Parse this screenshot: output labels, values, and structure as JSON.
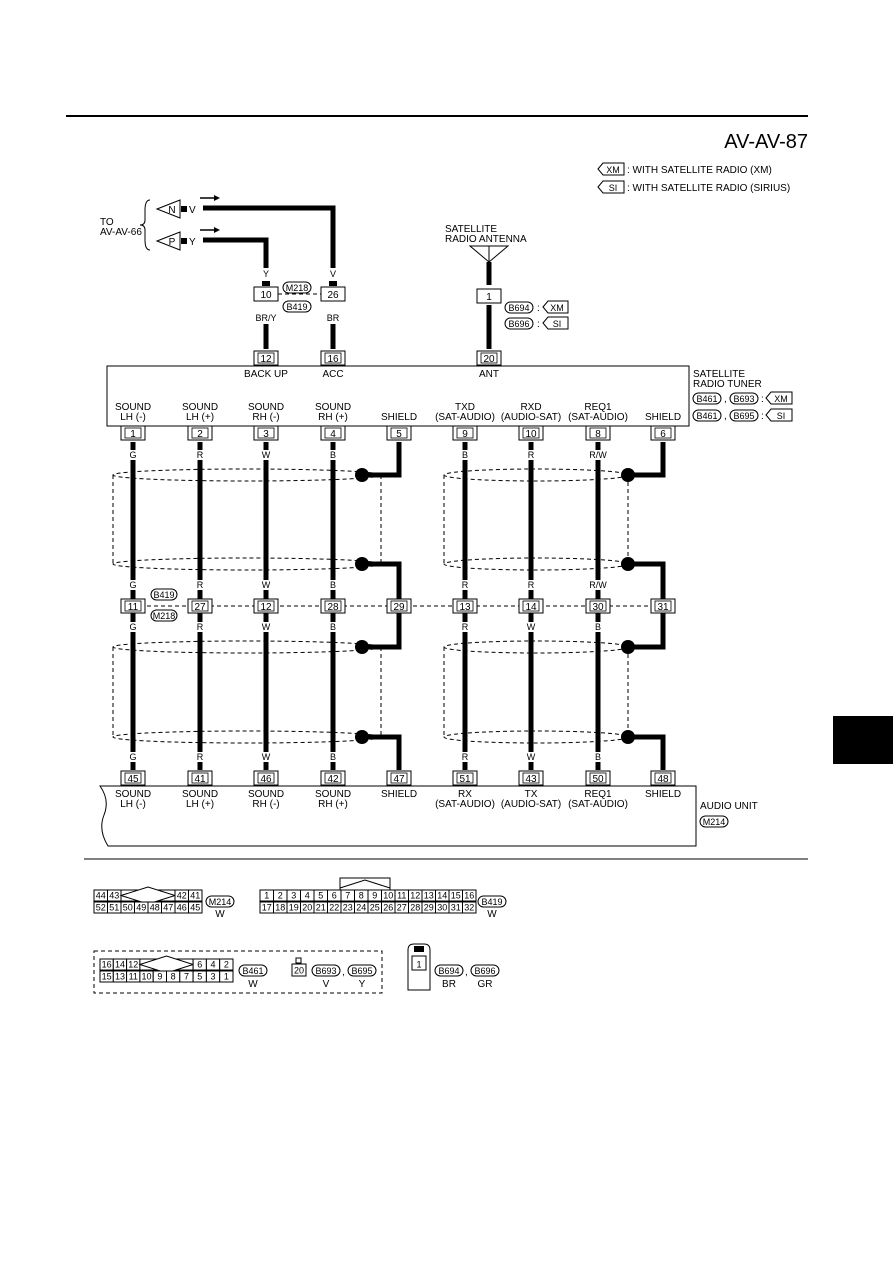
{
  "page": {
    "code": "AV-AV-87",
    "legend": [
      {
        "badge": "XM",
        "text": ": WITH SATELLITE RADIO (XM)"
      },
      {
        "badge": "SI",
        "text": ": WITH SATELLITE RADIO (SIRIUS)"
      }
    ]
  },
  "left_ref": {
    "to_line1": "TO",
    "to_line2": "AV-AV-66",
    "n": "N",
    "n_color": "V",
    "p": "P",
    "p_color": "Y"
  },
  "antenna": {
    "label1": "SATELLITE",
    "label2": "RADIO ANTENNA",
    "pin": "1",
    "conn1": "B694",
    "conn1_tag": "XM",
    "conn2": "B696",
    "conn2_tag": "SI",
    "sep": ":"
  },
  "upper_joint": {
    "pins": [
      "10",
      "26"
    ],
    "conn_top": "M218",
    "conn_bottom": "B419",
    "top_colors": [
      "Y",
      "V"
    ],
    "bottom_colors": [
      "BR/Y",
      "BR"
    ]
  },
  "tuner": {
    "top_pins": [
      {
        "pin": "12",
        "label": "BACK UP"
      },
      {
        "pin": "16",
        "label": "ACC"
      },
      {
        "pin": "20",
        "label": "ANT"
      }
    ],
    "name1": "SATELLITE",
    "name2": "RADIO TUNER",
    "conn_a": "B461",
    "conn_b": "B693",
    "tag_b": "XM",
    "conn_c": "B461",
    "conn_d": "B695",
    "tag_d": "SI",
    "comma": ",",
    "colon": ":",
    "bottom_pins": [
      {
        "l1": "SOUND",
        "l2": "LH (-)",
        "pin": "1"
      },
      {
        "l1": "SOUND",
        "l2": "LH (+)",
        "pin": "2"
      },
      {
        "l1": "SOUND",
        "l2": "RH (-)",
        "pin": "3"
      },
      {
        "l1": "SOUND",
        "l2": "RH (+)",
        "pin": "4"
      },
      {
        "l1": "",
        "l2": "SHIELD",
        "pin": "5"
      },
      {
        "l1": "TXD",
        "l2": "(SAT-AUDIO)",
        "pin": "9"
      },
      {
        "l1": "RXD",
        "l2": "(AUDIO-SAT)",
        "pin": "10"
      },
      {
        "l1": "REQ1",
        "l2": "(SAT-AUDIO)",
        "pin": "8"
      },
      {
        "l1": "",
        "l2": "SHIELD",
        "pin": "6"
      }
    ]
  },
  "wire_colors_upper_top": [
    "G",
    "R",
    "W",
    "B",
    "",
    "B",
    "R",
    "R/W",
    ""
  ],
  "wire_colors_upper_bottom": [
    "G",
    "R",
    "W",
    "B",
    "",
    "R",
    "R",
    "R/W",
    ""
  ],
  "mid_joint": {
    "pins": [
      "11",
      "27",
      "12",
      "28",
      "29",
      "13",
      "14",
      "30",
      "31"
    ],
    "conn_top": "B419",
    "conn_bottom": "M218"
  },
  "wire_colors_lower_top": [
    "G",
    "R",
    "W",
    "B",
    "",
    "R",
    "W",
    "B",
    ""
  ],
  "wire_colors_lower_bottom": [
    "G",
    "R",
    "W",
    "B",
    "",
    "R",
    "W",
    "B",
    ""
  ],
  "audio_unit": {
    "name": "AUDIO UNIT",
    "conn": "M214",
    "pins": [
      {
        "pin": "45",
        "l1": "SOUND",
        "l2": "LH (-)"
      },
      {
        "pin": "41",
        "l1": "SOUND",
        "l2": "LH (+)"
      },
      {
        "pin": "46",
        "l1": "SOUND",
        "l2": "RH (-)"
      },
      {
        "pin": "42",
        "l1": "SOUND",
        "l2": "RH (+)"
      },
      {
        "pin": "47",
        "l1": "SHIELD",
        "l2": ""
      },
      {
        "pin": "51",
        "l1": "RX",
        "l2": "(SAT-AUDIO)"
      },
      {
        "pin": "43",
        "l1": "TX",
        "l2": "(AUDIO-SAT)"
      },
      {
        "pin": "50",
        "l1": "REQ1",
        "l2": "(SAT-AUDIO)"
      },
      {
        "pin": "48",
        "l1": "SHIELD",
        "l2": ""
      }
    ]
  },
  "connector_views": {
    "m214": {
      "row1_left": [
        "44",
        "43"
      ],
      "row1_right": [
        "42",
        "41"
      ],
      "row2": [
        "52",
        "51",
        "50",
        "49",
        "48",
        "47",
        "46",
        "45"
      ],
      "conn": "M214",
      "color": "W"
    },
    "b419": {
      "row1": [
        "1",
        "2",
        "3",
        "4",
        "5",
        "6",
        "7",
        "8",
        "9",
        "10",
        "11",
        "12",
        "13",
        "14",
        "15",
        "16"
      ],
      "row2": [
        "17",
        "18",
        "19",
        "20",
        "21",
        "22",
        "23",
        "24",
        "25",
        "26",
        "27",
        "28",
        "29",
        "30",
        "31",
        "32"
      ],
      "conn": "B419",
      "color": "W"
    },
    "b461": {
      "row1_left": [
        "16",
        "14",
        "12"
      ],
      "row1_right": [
        "6",
        "4",
        "2"
      ],
      "row2": [
        "15",
        "13",
        "11",
        "10",
        "9",
        "8",
        "7",
        "5",
        "3",
        "1"
      ],
      "conn": "B461",
      "color": "W"
    },
    "b693": {
      "pin": "20",
      "conn1": "B693",
      "color1": "V",
      "conn2": "B695",
      "color2": "Y",
      "comma": ","
    },
    "b694": {
      "pin": "1",
      "conn1": "B694",
      "color1": "BR",
      "conn2": "B696",
      "color2": "GR",
      "comma": ","
    }
  }
}
